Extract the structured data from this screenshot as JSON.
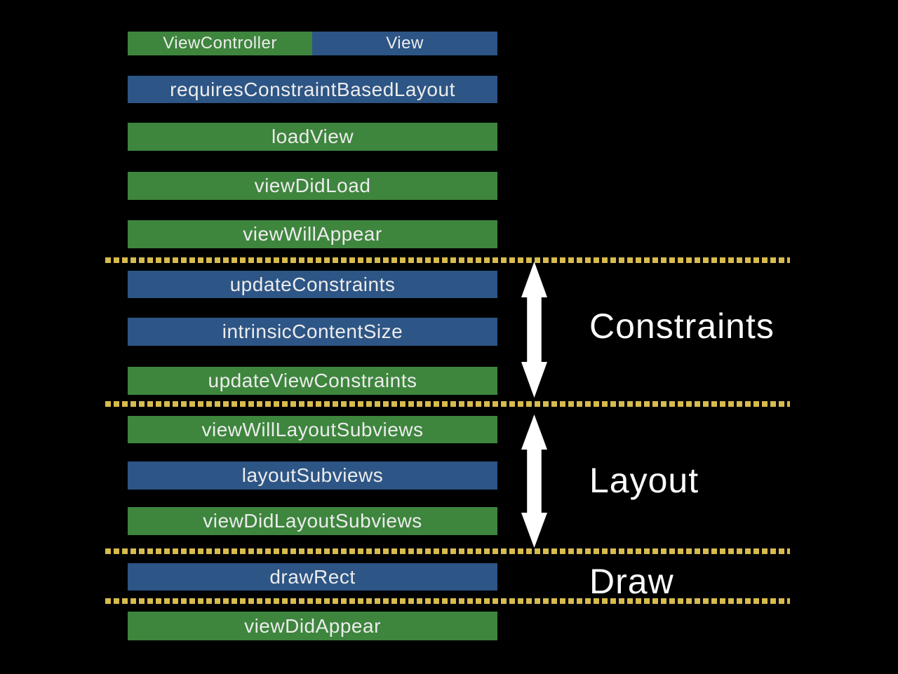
{
  "colors": {
    "background": "#000000",
    "view_controller": "#3e853e",
    "view": "#2d5585",
    "separator": "#d7bb4d",
    "arrow": "#ffffff",
    "bar_text": "#ececec",
    "label_text": "#fafafa"
  },
  "legend": {
    "items": [
      {
        "label": "ViewController",
        "owner": "view_controller"
      },
      {
        "label": "View",
        "owner": "view"
      }
    ]
  },
  "rows": [
    {
      "label": "requiresConstraintBasedLayout",
      "owner": "view"
    },
    {
      "label": "loadView",
      "owner": "view_controller"
    },
    {
      "label": "viewDidLoad",
      "owner": "view_controller"
    },
    {
      "label": "viewWillAppear",
      "owner": "view_controller"
    },
    {
      "label": "updateConstraints",
      "owner": "view"
    },
    {
      "label": "intrinsicContentSize",
      "owner": "view"
    },
    {
      "label": "updateViewConstraints",
      "owner": "view_controller"
    },
    {
      "label": "viewWillLayoutSubviews",
      "owner": "view_controller"
    },
    {
      "label": "layoutSubviews",
      "owner": "view"
    },
    {
      "label": "viewDidLayoutSubviews",
      "owner": "view_controller"
    },
    {
      "label": "drawRect",
      "owner": "view"
    },
    {
      "label": "viewDidAppear",
      "owner": "view_controller"
    }
  ],
  "sections": [
    {
      "label": "Constraints"
    },
    {
      "label": "Layout"
    },
    {
      "label": "Draw"
    }
  ]
}
